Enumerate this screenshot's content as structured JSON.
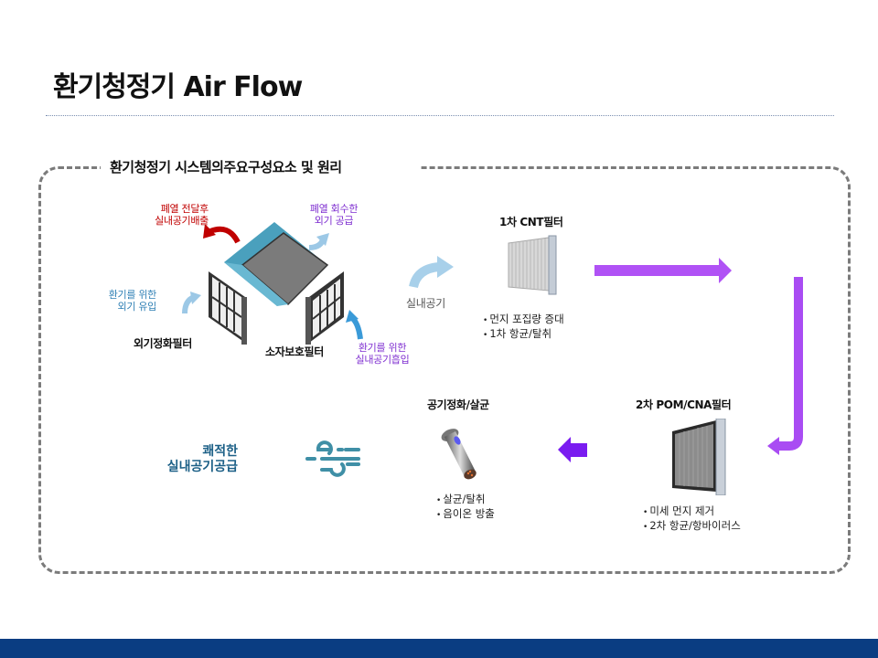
{
  "slide": {
    "title": "환기청정기 Air Flow",
    "section_title": "환기청정기 시스템의주요구성요소 및 원리"
  },
  "erv_unit": {
    "exhaust_label_line1": "폐열 전달후",
    "exhaust_label_line2": "실내공기배출",
    "supply_label_line1": "폐열 회수한",
    "supply_label_line2": "외기 공급",
    "intake_label_line1": "환기를 위한",
    "intake_label_line2": "외기 유입",
    "indoor_intake_label_line1": "환기를 위한",
    "indoor_intake_label_line2": "실내공기흡입",
    "outdoor_filter_label": "외기정화필터",
    "element_filter_label": "소자보호필터"
  },
  "indoor_air_label": "실내공기",
  "stages": [
    {
      "name": "1차 CNT필터",
      "bullets": [
        "먼지 포집량 증대",
        "1차 항균/탈취"
      ]
    },
    {
      "name": "2차 POM/CNA필터",
      "bullets": [
        "미세 먼지 제거",
        "2차 항균/항바이러스"
      ]
    },
    {
      "name": "공기정화/살균",
      "bullets": [
        "살균/탈취",
        "음이온 방출"
      ]
    }
  ],
  "result": {
    "line1": "쾌적한",
    "line2": "실내공기공급",
    "icon": "wind-icon"
  },
  "colors": {
    "flow_arrow": "#b052f5",
    "flow_arrow_dark": "#7a1cf0",
    "exhaust": "#c00000",
    "intake": "#2e7fb4",
    "supply": "#7f2fd0",
    "footer": "#0a3d82",
    "frame": "#7b7b7b"
  }
}
